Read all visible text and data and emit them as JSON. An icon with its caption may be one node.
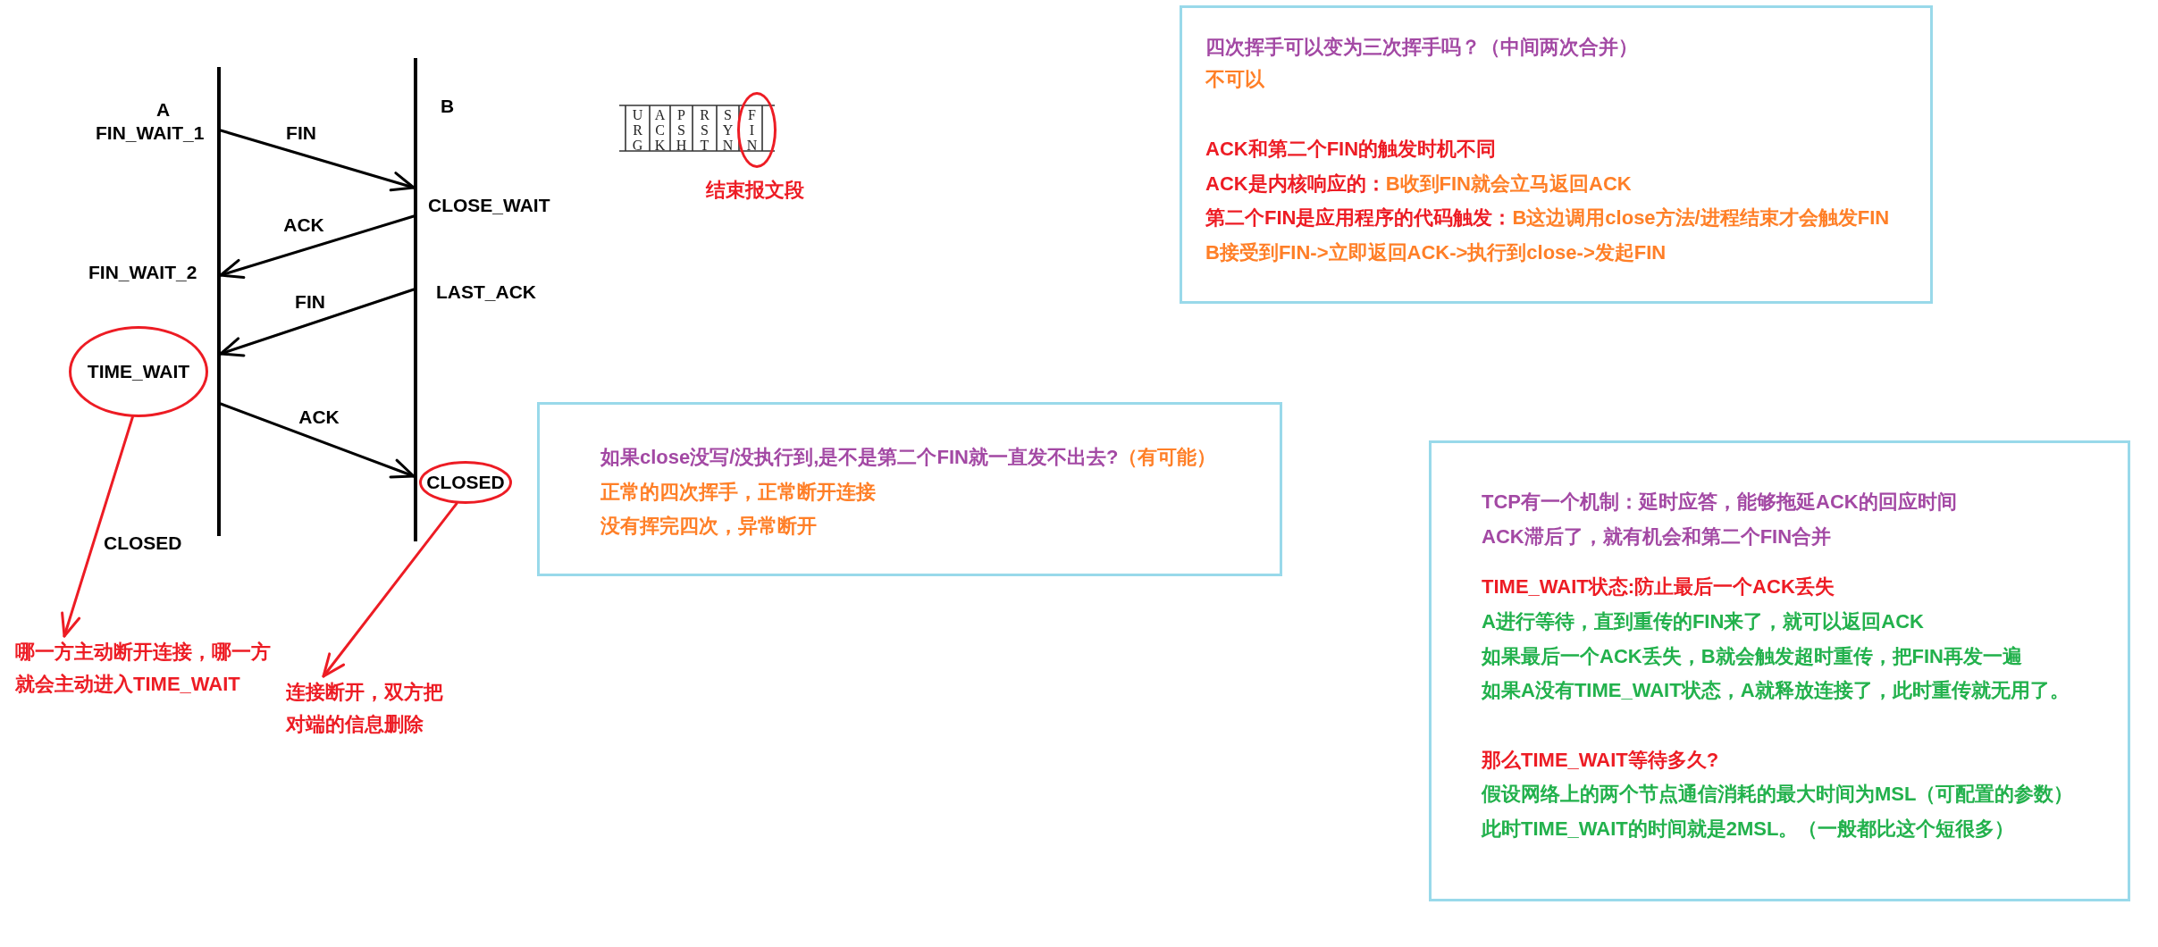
{
  "diagram": {
    "nodes": [
      {
        "text": [],
        "shape": "line"
      },
      {
        "text": [],
        "shape": "line"
      },
      {
        "text": [
          "FIN"
        ],
        "beside": [
          "结束报文段"
        ]
      },
      {
        "text": [
          "四次挥手可以变为三次挥手吗？（中间两次合并）",
          "不可以",
          "ACK和第二个FIN的触发时机不同",
          "ACK是内核响应的：",
          "B收到FIN就会立马返回ACK",
          "第二个FIN是应用程序的代码触发：",
          "B这边调用close方法/进程结束才会触发FIN",
          "B接受到FIN->立即返回ACK->执行到close->发起FIN"
        ]
      },
      {
        "text": [
          "TIME_WAIT"
        ]
      },
      {
        "text": [
          "CLOSED"
        ]
      },
      {
        "text": [
          "如果close没写/没执行到,是不是第二个FIN就一直发不出去?",
          "（有可能）",
          "正常的四次挥手，正常断开连接",
          "没有挥完四次，异常断开"
        ]
      },
      {
        "text": [
          "TCP有一个机制：延时应答，能够拖延ACK的回应时间",
          "ACK滞后了，就有机会和第二个FIN合并",
          "TIME_WAIT状态:防止最后一个ACK丢失",
          "A进行等待，直到重传的FIN来了，就可以返回ACK",
          "如果最后一个ACK丢失，B就会触发超时重传，把FIN再发一遍",
          "如果A没有TIME_WAIT状态，A就释放连接了，此时重传就无用了。",
          "那么TIME_WAIT等待多久?",
          "假设网络上的两个节点通信消耗的最大时间为MSL（可配置的参数）",
          "此时TIME_WAIT的时间就是2MSL。（一般都比这个短很多）"
        ]
      },
      {
        "text": [
          "哪一方主动断开连接，哪一方就会主动进入TIME_WAIT"
        ]
      },
      {
        "text": [
          "连接断开，双方把对端的信息删除"
        ]
      }
    ],
    "edges": [
      {
        "from": 0,
        "to": 1,
        "arrow": "to",
        "label": "FIN"
      },
      {
        "from": 1,
        "to": 0,
        "arrow": "to",
        "label": "ACK"
      },
      {
        "from": 1,
        "to": 0,
        "arrow": "to",
        "label": "FIN"
      },
      {
        "from": 0,
        "to": 1,
        "arrow": "to",
        "label": "ACK"
      },
      {
        "from": 4,
        "to": 8,
        "arrow": "to",
        "color": "#ed1c24"
      },
      {
        "from": 5,
        "to": 9,
        "arrow": "to",
        "color": "#ed1c24"
      }
    ],
    "labels": [
      "A",
      "B",
      "URG",
      "ACK",
      "PSH",
      "RST",
      "SYN",
      "FIN_WAIT_1",
      "CLOSE_WAIT",
      "FIN_WAIT_2",
      "LAST_ACK",
      "CLOSED"
    ]
  }
}
